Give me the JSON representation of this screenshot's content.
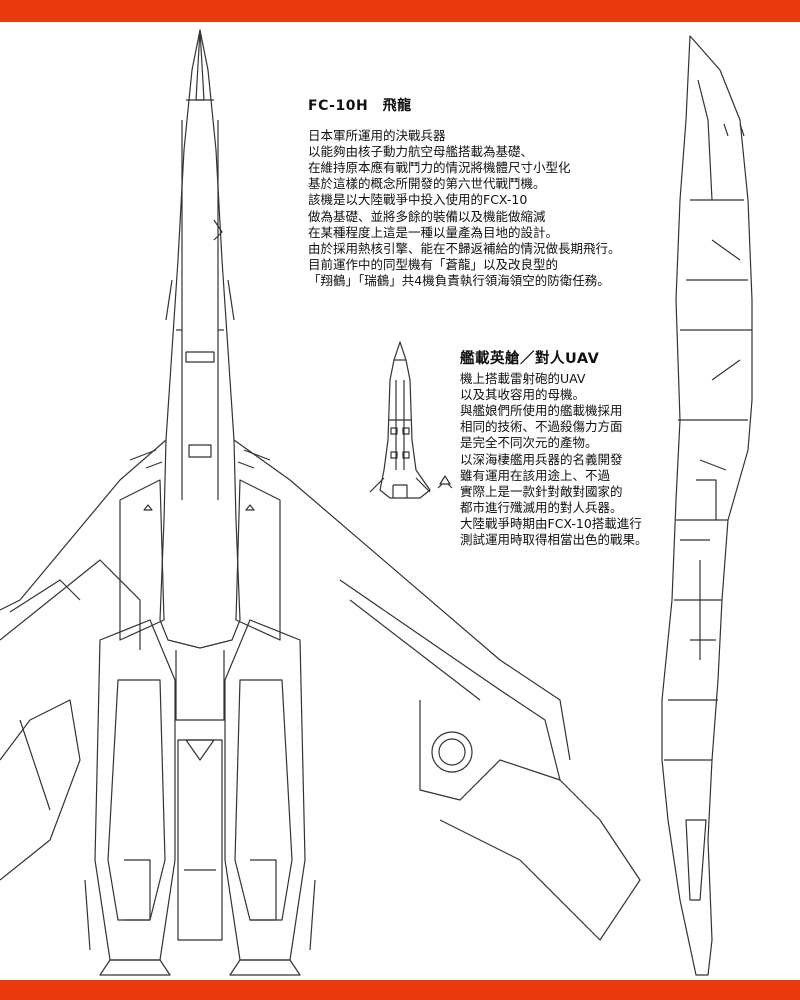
{
  "theme": {
    "accent": "#EA3A0E",
    "line": "#333333",
    "background": "#ffffff"
  },
  "main": {
    "title": "FC-10H　飛龍",
    "lines": [
      "日本軍所運用的決戰兵器",
      "以能夠由核子動力航空母艦搭載為基礎、",
      "在維持原本應有戰鬥力的情況將機體尺寸小型化",
      "基於這樣的概念所開發的第六世代戰鬥機。",
      "該機是以大陸戰爭中投入使用的FCX-10",
      "做為基礎、並將多餘的裝備以及機能做縮減",
      "在某種程度上這是一種以量產為目地的設計。",
      "由於採用熱核引擎、能在不歸返補給的情況做長期飛行。",
      "目前運作中的同型機有「蒼龍」以及改良型的",
      "「翔鶴」「瑞鶴」共4機負責執行領海領空的防衛任務。"
    ]
  },
  "side": {
    "title": "艦載英艙／對人UAV",
    "lines": [
      "機上搭載雷射砲的UAV",
      "以及其收容用的母機。",
      "與艦娘們所使用的艦載機採用",
      "相同的技術、不過殺傷力方面",
      "是完全不同次元的產物。",
      "以深海棲艦用兵器的名義開發",
      "雖有運用在該用途上、不過",
      "實際上是一款針對敵對國家的",
      "都市進行殲滅用的對人兵器。",
      "大陸戰爭時期由FCX-10搭載進行",
      "測試運用時取得相當出色的戰果。"
    ]
  }
}
